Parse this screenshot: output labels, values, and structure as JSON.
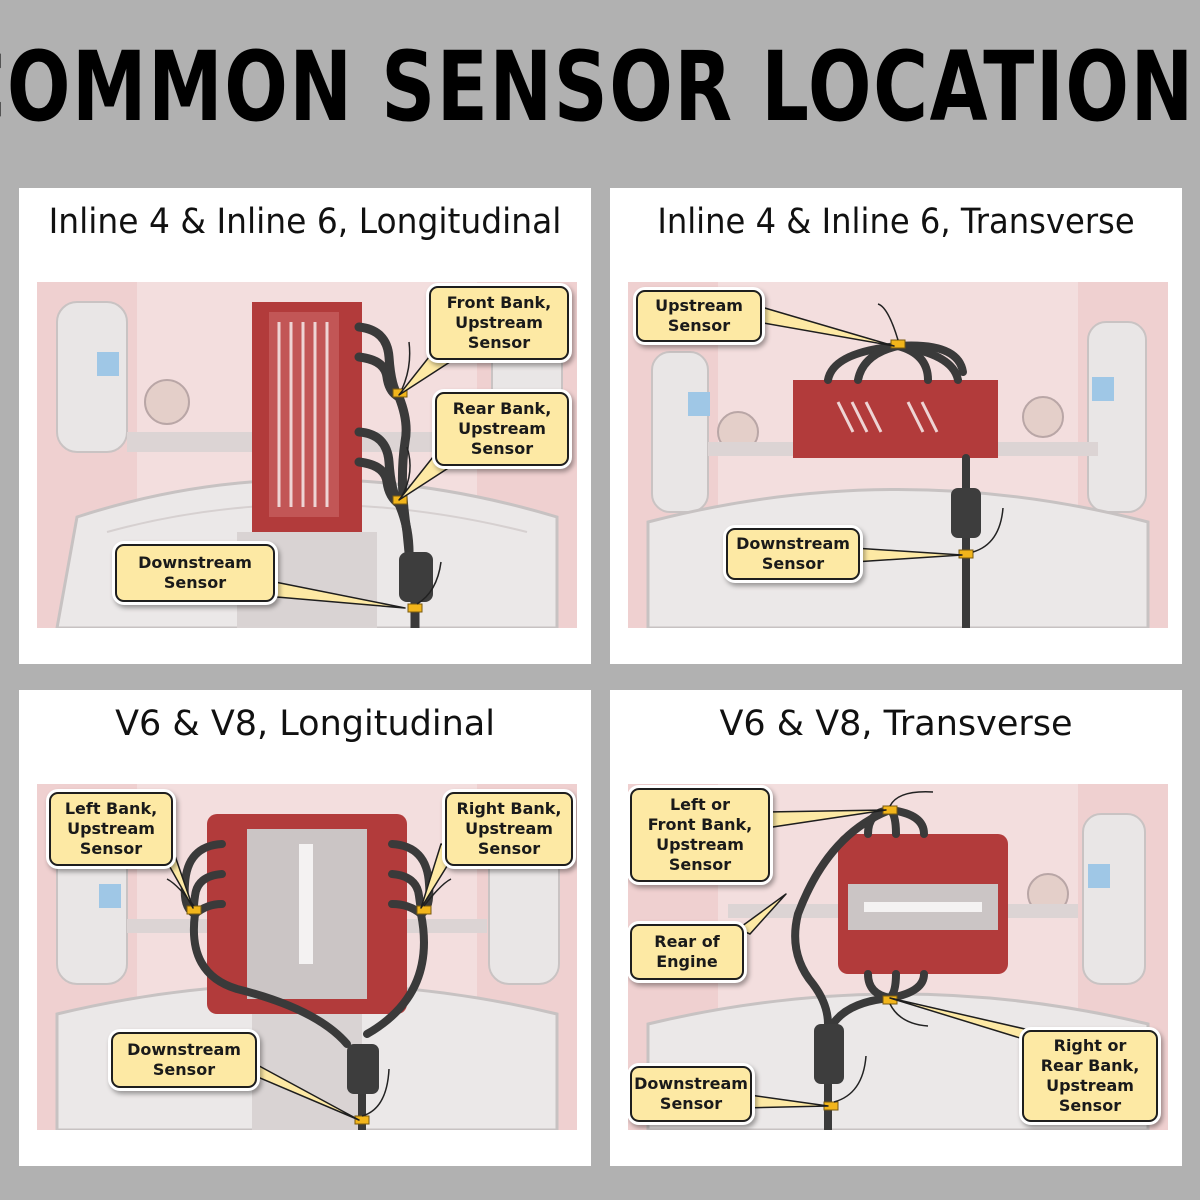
{
  "header": {
    "title": "COMMON SENSOR LOCATIONS"
  },
  "colors": {
    "background": "#b1b1b1",
    "panel": "#ffffff",
    "label_fill": "#fde9a4",
    "engine_red": "#b23b3b",
    "pipe": "#3a3a3a",
    "sensor": "#f2b51b"
  },
  "panels": [
    {
      "title": "Inline 4 & Inline 6, Longitudinal",
      "labels": [
        {
          "text": "Front Bank,\nUpstream\nSensor"
        },
        {
          "text": "Rear Bank,\nUpstream\nSensor"
        },
        {
          "text": "Downstream\nSensor"
        }
      ]
    },
    {
      "title": "Inline 4 & Inline 6, Transverse",
      "labels": [
        {
          "text": "Upstream\nSensor"
        },
        {
          "text": "Downstream\nSensor"
        }
      ]
    },
    {
      "title": "V6 & V8, Longitudinal",
      "labels": [
        {
          "text": "Left Bank,\nUpstream\nSensor"
        },
        {
          "text": "Right Bank,\nUpstream\nSensor"
        },
        {
          "text": "Downstream\nSensor"
        }
      ]
    },
    {
      "title": "V6 & V8, Transverse",
      "labels": [
        {
          "text": "Left or\nFront Bank,\nUpstream\nSensor"
        },
        {
          "text": "Rear of\nEngine"
        },
        {
          "text": "Downstream\nSensor"
        },
        {
          "text": "Right or\nRear Bank,\nUpstream\nSensor"
        }
      ]
    }
  ]
}
